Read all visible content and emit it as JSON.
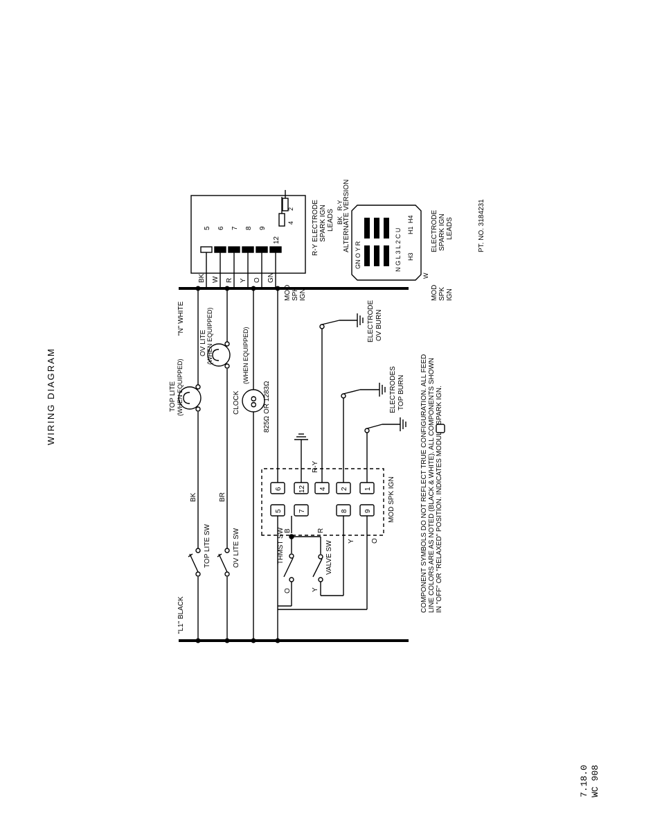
{
  "title": "WIRING DIAGRAM",
  "footer": {
    "revision": "7.18.0",
    "doc_number": "WC 908"
  },
  "rails": {
    "l1": "\"L1\" BLACK",
    "n": "\"N\" WHITE"
  },
  "switches": {
    "top_lite": "TOP LITE SW",
    "ov_lite": "OV LITE SW",
    "thermostat": "THMST SW",
    "valve": "VALVE SW"
  },
  "wires": {
    "bk": "BK",
    "br": "BR",
    "r_y": "R-Y",
    "o": "O",
    "y": "Y",
    "r": "R",
    "b": "B"
  },
  "lamps": {
    "top_lite": "TOP LITE",
    "top_lite_note": "(WHEN EQUIPPED)",
    "ov_lite": "OV LITE",
    "ov_lite_note": "(WHEN EQUIPPED)"
  },
  "clock": {
    "label": "CLOCK",
    "note": "(WHEN EQUIPPED)",
    "resistance": "825Ω OR 1283Ω",
    "symbol": "OO"
  },
  "module": {
    "label": "MOD SPK IGN",
    "row_a": [
      "5",
      "7",
      "8",
      "9"
    ],
    "row_b": [
      "6",
      "12",
      "4",
      "2",
      "1"
    ]
  },
  "electrodes": {
    "ov_burn": "ELECTRODE\nOV BURN",
    "top_burn": "ELECTRODES\nTOP BURN"
  },
  "connector": {
    "label": "MOD\nSPK\nIGN",
    "wires": [
      "BK",
      "W",
      "R",
      "Y",
      "O",
      "GN"
    ],
    "pins": [
      "5",
      "6",
      "7",
      "8",
      "9",
      "12"
    ],
    "leads_pins": [
      "4",
      "2"
    ],
    "leads_label": "R-Y  ELECTRODE\nSPARK IGN\nLEADS"
  },
  "alternate": {
    "title": "ALTERNATE VERSION",
    "top_letters": "GN  O Y R",
    "bottom_letters": "N G L 3 L 2 C U",
    "labels": [
      "W",
      "BK",
      "R-Y",
      "H1",
      "H3",
      "H4"
    ],
    "mod_label": "MOD\nSPK\nIGN",
    "leads_label": "ELECTRODE\nSPARK IGN\nLEADS"
  },
  "note": "COMPONENT SYMBOLS DO NOT REFLECT TRUE CONFIGURATION.  ALL FEED\nLINE COLORS ARE AS NOTED (BLACK & WHITE).  ALL COMPONENTS SHOWN\nIN \"OFF\" OR \"RELAXED\" POSITION.        INDICATES MODULE SPARK IGN.",
  "part_number": "PT. NO. 3184231"
}
